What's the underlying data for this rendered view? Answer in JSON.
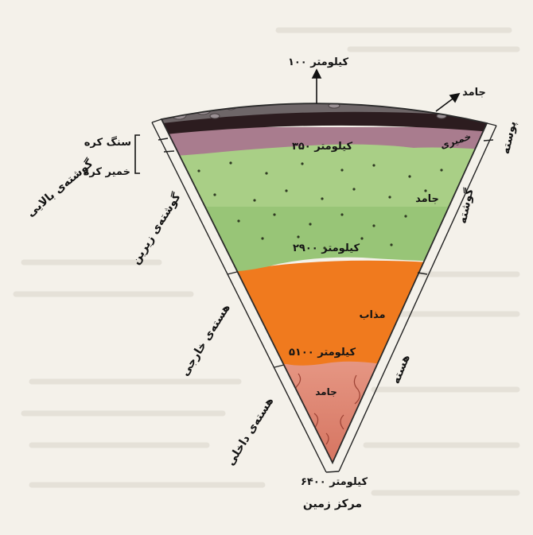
{
  "top_marker": "۱۰۰ کیلومتر",
  "solid_crust_label": "جامد",
  "crust": "پوسته",
  "lithosphere": "سنگ کره",
  "asthenosphere": "خمیر کره",
  "upper_mantle": "گوشته‌ی بالایی",
  "lower_mantle": "گوشته‌ی زیرین",
  "mantle": "گوشته",
  "mantle_state": "جامد",
  "pasty_layer": "خمیری",
  "depth_350": "۳۵۰ کیلومتر",
  "depth_2900": "۲۹۰۰ کیلومتر",
  "outer_core": "هسته‌ی خارجی",
  "outer_core_state": "مذاب",
  "depth_5100": "۵۱۰۰ کیلومتر",
  "core": "هسته",
  "inner_core": "هسته‌ی داخلی",
  "inner_core_state": "جامد",
  "depth_6400": "۶۴۰۰ کیلومتر",
  "earth_center": "مرکز زمین",
  "colors": {
    "crust_rock": "#6e6668",
    "crust_dark": "#2c1c1f",
    "asthenosphere": "#a97c8e",
    "upper_mantle": "#a9cf86",
    "lower_mantle": "#98c577",
    "outer_core": "#f07a1e",
    "inner_core": "#e2907c"
  }
}
